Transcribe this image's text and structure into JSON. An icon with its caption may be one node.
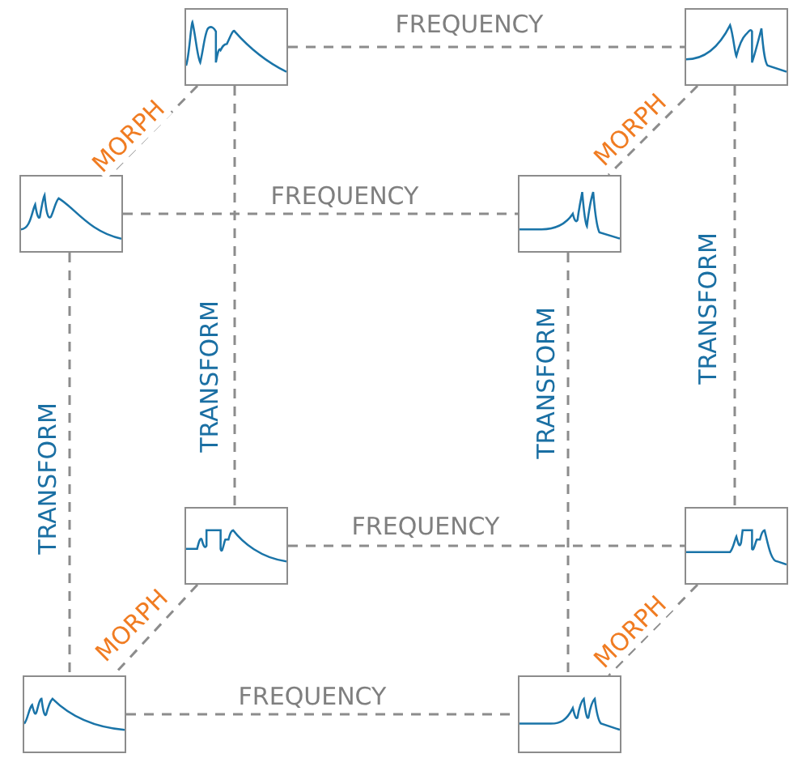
{
  "diagram": {
    "nodes": [
      {
        "text": [],
        "shape": "picture"
      },
      {
        "text": [],
        "shape": "picture"
      },
      {
        "text": [],
        "shape": "picture"
      },
      {
        "text": [],
        "shape": "picture"
      },
      {
        "text": [],
        "shape": "picture"
      },
      {
        "text": [],
        "shape": "picture"
      },
      {
        "text": [],
        "shape": "picture"
      },
      {
        "text": [],
        "shape": "picture"
      }
    ],
    "edges": [
      {
        "from": 0,
        "to": 1,
        "arrow": "none",
        "label": "FREQUENCY",
        "style": "dashed"
      },
      {
        "from": 2,
        "to": 3,
        "arrow": "none",
        "label": "FREQUENCY",
        "style": "dashed"
      },
      {
        "from": 4,
        "to": 5,
        "arrow": "none",
        "label": "FREQUENCY",
        "style": "dashed"
      },
      {
        "from": 6,
        "to": 7,
        "arrow": "none",
        "label": "FREQUENCY",
        "style": "dashed"
      },
      {
        "from": 0,
        "to": 2,
        "arrow": "none",
        "label": "MORPH",
        "style": "dashed"
      },
      {
        "from": 1,
        "to": 3,
        "arrow": "none",
        "label": "MORPH",
        "style": "dashed"
      },
      {
        "from": 4,
        "to": 6,
        "arrow": "none",
        "label": "MORPH",
        "style": "dashed"
      },
      {
        "from": 5,
        "to": 7,
        "arrow": "none",
        "label": "MORPH",
        "style": "dashed"
      },
      {
        "from": 0,
        "to": 4,
        "arrow": "none",
        "label": "TRANSFORM",
        "style": "dashed"
      },
      {
        "from": 1,
        "to": 5,
        "arrow": "none",
        "label": "TRANSFORM",
        "style": "dashed"
      },
      {
        "from": 2,
        "to": 6,
        "arrow": "none",
        "label": "TRANSFORM",
        "style": "dashed"
      },
      {
        "from": 3,
        "to": 7,
        "arrow": "none",
        "label": "TRANSFORM",
        "style": "dashed"
      }
    ]
  }
}
